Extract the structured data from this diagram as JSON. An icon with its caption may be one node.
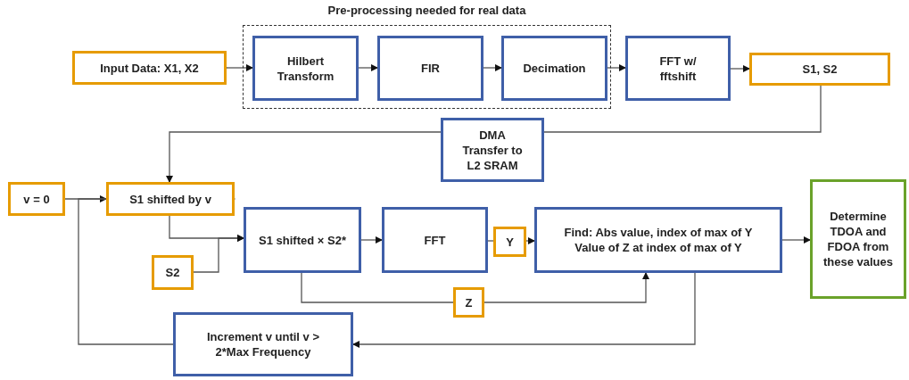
{
  "diagram": {
    "nodes": [
      {
        "text": [
          "Pre-processing needed for real data"
        ]
      },
      {
        "text": [
          "Input Data: X1, X2"
        ]
      },
      {
        "text": [
          "Hilbert Transform"
        ],
        "in": 0
      },
      {
        "text": [
          "FIR"
        ],
        "in": 0
      },
      {
        "text": [
          "Decimation"
        ],
        "in": 0
      },
      {
        "text": [
          "FFT w/ fftshift"
        ]
      },
      {
        "text": [
          "S1, S2"
        ]
      },
      {
        "text": [
          "DMA Transfer to L2 SRAM"
        ]
      },
      {
        "text": [
          "v = 0"
        ]
      },
      {
        "text": [
          "S1 shifted by v"
        ]
      },
      {
        "text": [
          "S1 shifted × S2*"
        ]
      },
      {
        "text": [
          "S2"
        ]
      },
      {
        "text": [
          "FFT"
        ]
      },
      {
        "text": [
          "Y"
        ]
      },
      {
        "text": [
          "Find: Abs value, index of max of Y Value of Z at index of max of Y"
        ]
      },
      {
        "text": [
          "Determine TDOA and FDOA from these values"
        ]
      },
      {
        "text": [
          "Z"
        ]
      },
      {
        "text": [
          "Increment v until v > 2*Max Frequency"
        ]
      }
    ],
    "edges": [
      {
        "from": 1,
        "to": 2,
        "arrow": "to"
      },
      {
        "from": 2,
        "to": 3,
        "arrow": "to"
      },
      {
        "from": 3,
        "to": 4,
        "arrow": "to"
      },
      {
        "from": 4,
        "to": 5,
        "arrow": "to"
      },
      {
        "from": 5,
        "to": 6,
        "arrow": "to"
      },
      {
        "from": 6,
        "to": 7,
        "arrow": "none"
      },
      {
        "from": 7,
        "to": 9,
        "arrow": "to"
      },
      {
        "from": 8,
        "to": 9,
        "arrow": "to"
      },
      {
        "from": 9,
        "to": 10,
        "arrow": "to"
      },
      {
        "from": 11,
        "to": 10,
        "arrow": "to"
      },
      {
        "from": 10,
        "to": 12,
        "arrow": "to"
      },
      {
        "from": 12,
        "to": 13,
        "arrow": "none"
      },
      {
        "from": 13,
        "to": 14,
        "arrow": "to"
      },
      {
        "from": 10,
        "to": 16,
        "arrow": "none"
      },
      {
        "from": 16,
        "to": 14,
        "arrow": "to"
      },
      {
        "from": 14,
        "to": 15,
        "arrow": "to"
      },
      {
        "from": 14,
        "to": 17,
        "arrow": "to"
      },
      {
        "from": 17,
        "to": 9,
        "arrow": "to"
      }
    ]
  }
}
